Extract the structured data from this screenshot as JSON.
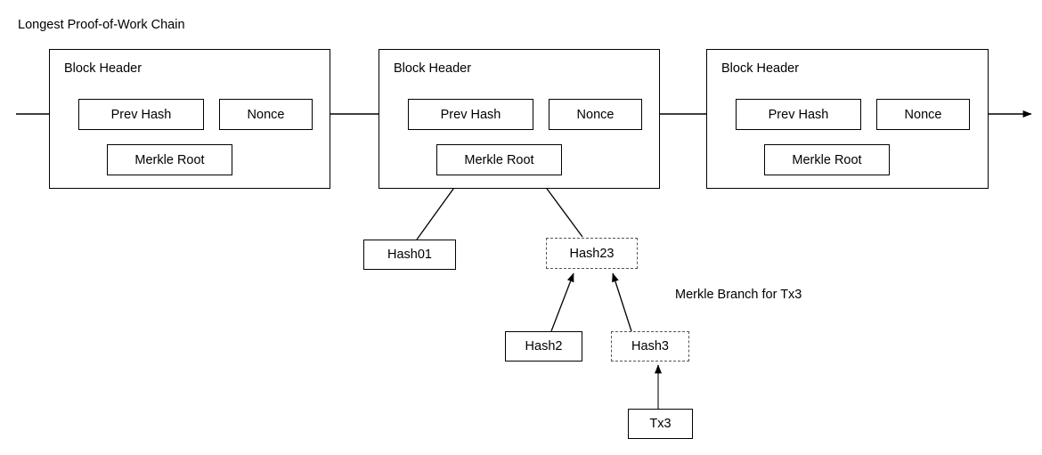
{
  "diagram": {
    "title": "Longest Proof-of-Work Chain",
    "branch_caption": "Merkle Branch for Tx3",
    "colors": {
      "background": "#ffffff",
      "stroke": "#000000",
      "dashed_stroke": "#555555",
      "text": "#000000"
    }
  },
  "blocks": [
    {
      "id": "block-1",
      "header_label": "Block Header",
      "fields": {
        "prev_hash": "Prev Hash",
        "nonce": "Nonce",
        "merkle_root": "Merkle Root"
      }
    },
    {
      "id": "block-2",
      "header_label": "Block Header",
      "fields": {
        "prev_hash": "Prev Hash",
        "nonce": "Nonce",
        "merkle_root": "Merkle Root"
      }
    },
    {
      "id": "block-3",
      "header_label": "Block Header",
      "fields": {
        "prev_hash": "Prev Hash",
        "nonce": "Nonce",
        "merkle_root": "Merkle Root"
      }
    }
  ],
  "merkle_nodes": [
    {
      "id": "hash01",
      "label": "Hash01",
      "border": "solid"
    },
    {
      "id": "hash23",
      "label": "Hash23",
      "border": "dashed"
    },
    {
      "id": "hash2",
      "label": "Hash2",
      "border": "solid"
    },
    {
      "id": "hash3",
      "label": "Hash3",
      "border": "dashed"
    },
    {
      "id": "tx3",
      "label": "Tx3",
      "border": "solid"
    }
  ],
  "connectors": [
    {
      "id": "chain-in",
      "from": "left-edge",
      "to": "block-1-prev-hash",
      "style": "solid-arrow"
    },
    {
      "id": "chain-1-2",
      "from": "block-1",
      "to": "block-2-prev-hash",
      "style": "solid-arrow"
    },
    {
      "id": "chain-2-3",
      "from": "block-2",
      "to": "block-3-prev-hash",
      "style": "solid-arrow"
    },
    {
      "id": "chain-out",
      "from": "block-3",
      "to": "right-edge",
      "style": "solid-arrow"
    },
    {
      "id": "hash01-to-root",
      "from": "hash01",
      "to": "block-2-merkle-root",
      "style": "solid-arrow"
    },
    {
      "id": "hash23-to-root",
      "from": "hash23",
      "to": "block-2-merkle-root",
      "style": "solid-arrow"
    },
    {
      "id": "hash2-to-hash23",
      "from": "hash2",
      "to": "hash23",
      "style": "solid-arrow"
    },
    {
      "id": "hash3-to-hash23",
      "from": "hash3",
      "to": "hash23",
      "style": "solid-arrow"
    },
    {
      "id": "tx3-to-hash3",
      "from": "tx3",
      "to": "hash3",
      "style": "solid-arrow"
    }
  ]
}
